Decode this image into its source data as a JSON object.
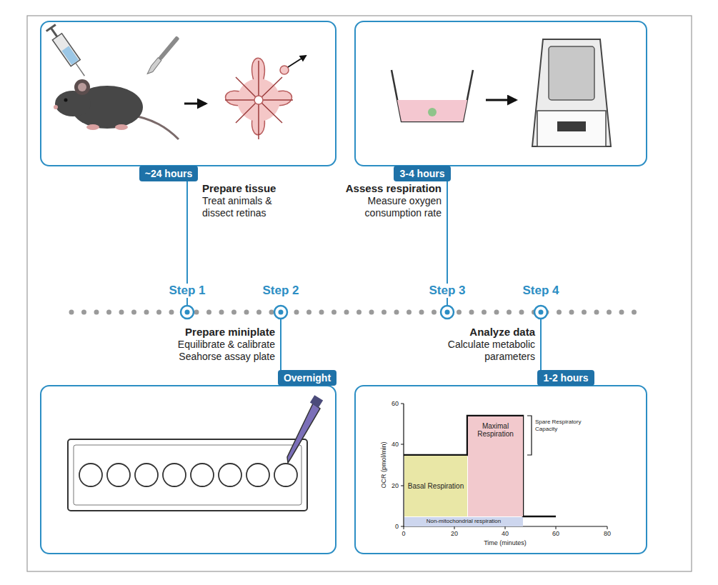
{
  "diagram": {
    "nodes": [
      {
        "text": [
          "~24 hours"
        ]
      },
      {
        "text": [
          "3-4 hours"
        ]
      },
      {
        "text": [
          "Overnight"
        ]
      },
      {
        "text": [
          "1-2 hours"
        ]
      },
      {
        "text": [
          "Basal Respiration"
        ]
      },
      {
        "text": [
          "Maximal Respiration"
        ]
      },
      {
        "text": [
          "Non-mitochondrial respiration"
        ]
      }
    ],
    "labels": [
      "Prepare tissue",
      "Treat animals & dissect retinas",
      "Assess respiration",
      "Measure oxygen consumption rate",
      "Step 1",
      "Step 2",
      "Step 3",
      "Step 4",
      "Prepare miniplate",
      "Equilibrate & calibrate Seahorse assay plate",
      "Analyze data",
      "Calculate metabolic parameters",
      "60",
      "40",
      "20",
      "0",
      "0",
      "20",
      "40",
      "60",
      "80",
      "OCR (pmol/min)",
      "Time (minutes)",
      "Spare Respiratory Capacity"
    ]
  }
}
